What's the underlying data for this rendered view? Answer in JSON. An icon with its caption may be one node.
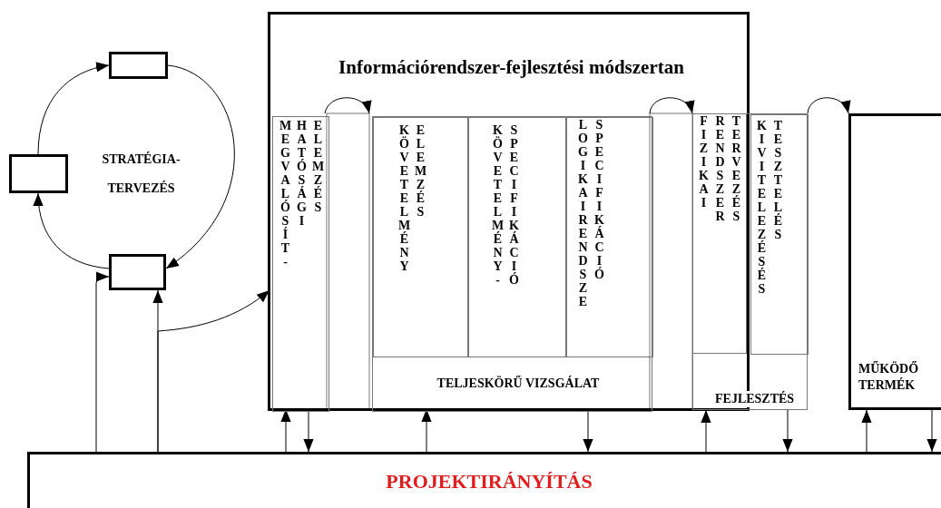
{
  "diagram": {
    "nodes": [
      {
        "text": [],
        "shape": "box"
      },
      {
        "text": [],
        "shape": "box"
      },
      {
        "text": [],
        "shape": "box"
      },
      {
        "text": [
          "Információrendszer-fejlesztési módszertan"
        ]
      },
      {
        "text": [
          "MEGVALÓSÍT- HATÓSÁGI ELEMZÉS"
        ],
        "in": 3
      },
      {
        "text": [
          "TELJESKÖRŰ VIZSGÁLAT"
        ],
        "in": 3
      },
      {
        "text": [
          "KÖVETELMÉNY ELEMZÉS"
        ],
        "in": 5
      },
      {
        "text": [
          "KÖVETELMÉNY- SPECIFIKÁCIÓ"
        ],
        "in": 5
      },
      {
        "text": [
          "LOGIKAIRENDSZE SPECIFIKÁCIÓ"
        ],
        "in": 5
      },
      {
        "text": [
          "FEJLESZTÉS"
        ]
      },
      {
        "text": [
          "FIZIKAI RENDSZER TERVEZÉS"
        ]
      },
      {
        "text": [
          "KIVITELEZÉSÉS TESZTELÉS"
        ],
        "in": 9
      },
      {
        "text": [
          "MŰKÖDŐ TERMÉK"
        ]
      },
      {
        "text": [
          "PROJEKTIRÁNYÍTÁS"
        ]
      }
    ],
    "edges": [
      {
        "from": 1,
        "to": 0,
        "arrow": "to"
      },
      {
        "from": 0,
        "to": 2,
        "arrow": "to"
      },
      {
        "from": 2,
        "to": 1,
        "arrow": "to"
      },
      {
        "from": 13,
        "to": 2,
        "arrow": "to"
      },
      {
        "from": 13,
        "to": 2,
        "arrow": "to"
      },
      {
        "from": 13,
        "to": 4,
        "arrow": "to"
      },
      {
        "from": 13,
        "to": 4,
        "arrow": "to"
      },
      {
        "from": 4,
        "to": 13,
        "arrow": "to"
      },
      {
        "from": 4,
        "to": 6,
        "arrow": "to"
      },
      {
        "from": 13,
        "to": 5,
        "arrow": "to"
      },
      {
        "from": 5,
        "to": 13,
        "arrow": "to"
      },
      {
        "from": 5,
        "to": 9,
        "arrow": "to"
      },
      {
        "from": 13,
        "to": 9,
        "arrow": "to"
      },
      {
        "from": 9,
        "to": 13,
        "arrow": "to"
      },
      {
        "from": 9,
        "to": 12,
        "arrow": "to"
      },
      {
        "from": 13,
        "to": 12,
        "arrow": "to"
      },
      {
        "from": 12,
        "to": 13,
        "arrow": "to"
      }
    ],
    "labels": [
      "STRATÉGIA- TERVEZÉS"
    ]
  }
}
